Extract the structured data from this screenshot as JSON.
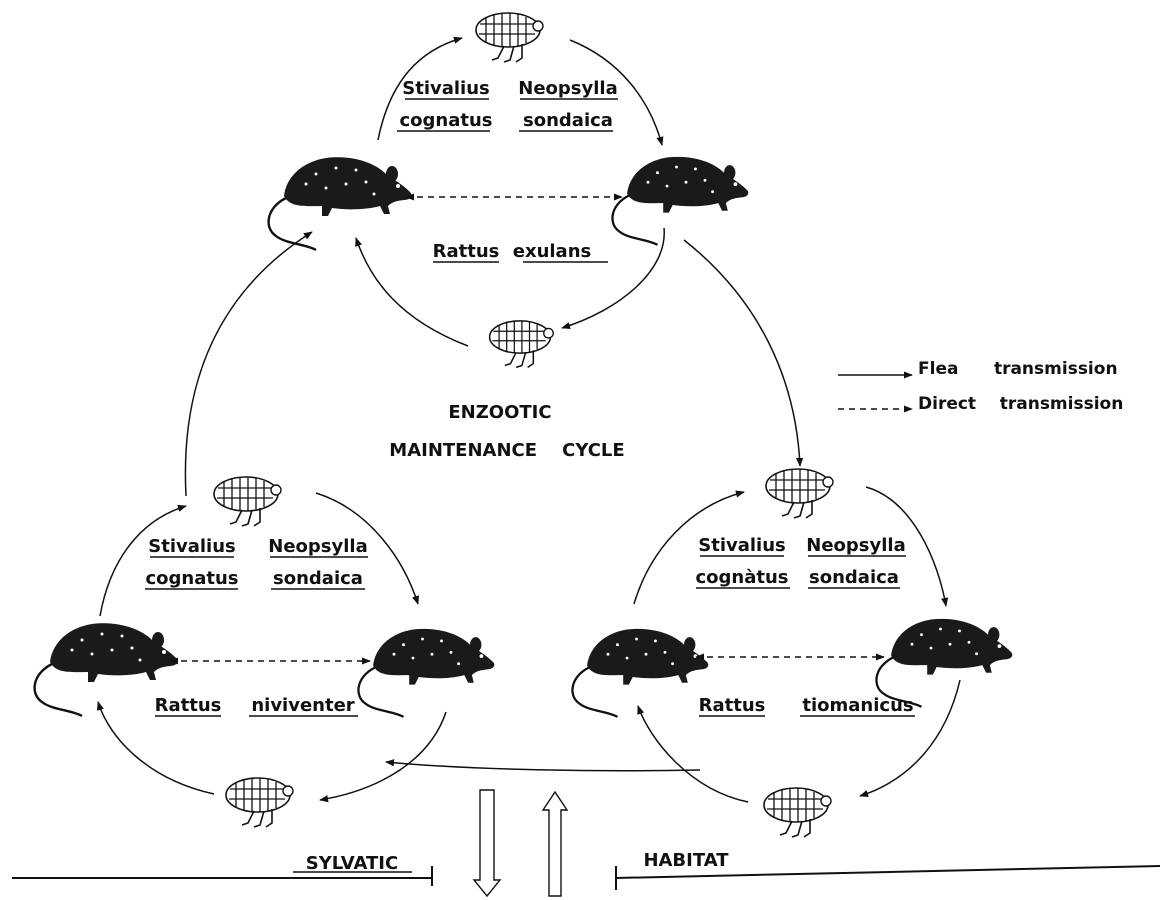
{
  "center_label": {
    "line1": "ENZOOTIC",
    "line2": "MAINTENANCE    CYCLE"
  },
  "legend": {
    "flea": "Flea      transmission",
    "direct": "Direct    transmission"
  },
  "top_cycle": {
    "flea_1_genus": "Stivalius",
    "flea_1_species": "cognatus",
    "flea_2_genus": "Neopsylla",
    "flea_2_species": "sondaica",
    "host_genus": "Rattus",
    "host_species": "exulans"
  },
  "left_cycle": {
    "flea_1_genus": "Stivalius",
    "flea_1_species": "cognatus",
    "flea_2_genus": "Neopsylla",
    "flea_2_species": "sondaica",
    "host_genus": "Rattus",
    "host_species": "niviventer"
  },
  "right_cycle": {
    "flea_1_genus": "Stivalius",
    "flea_1_species": "cognàtus",
    "flea_2_genus": "Neopsylla",
    "flea_2_species": "sondaica",
    "host_genus": "Rattus",
    "host_species": "tiomanicus"
  },
  "habitat": {
    "left": "SYLVATIC",
    "right": "HABITAT"
  }
}
